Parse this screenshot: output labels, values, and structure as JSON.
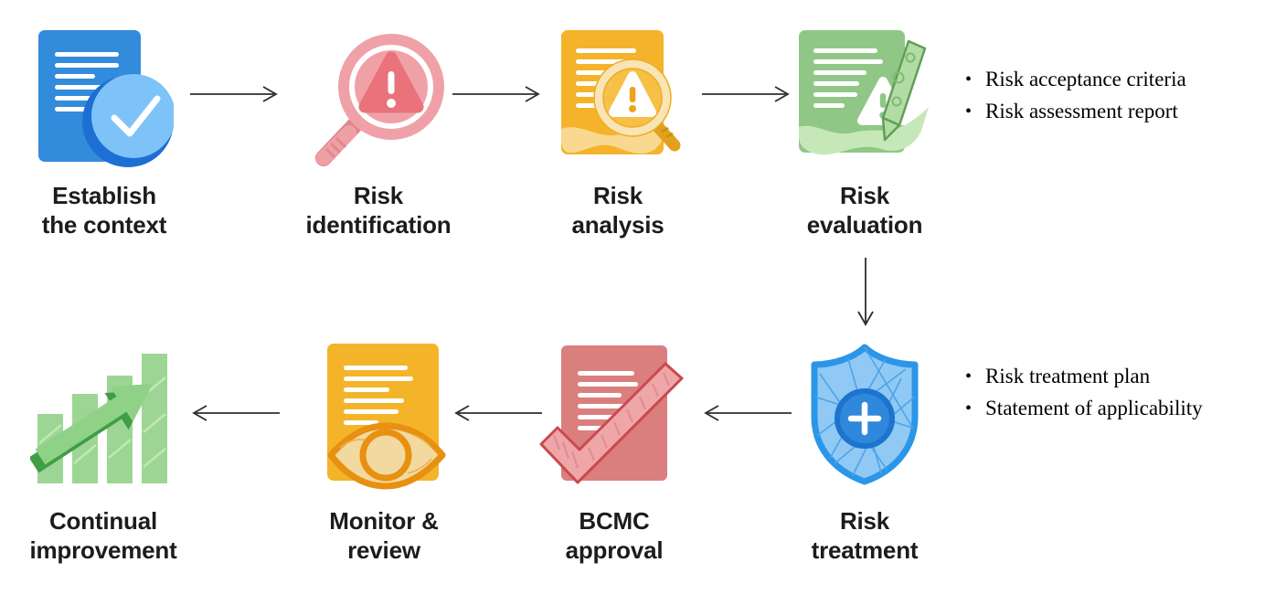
{
  "diagram": {
    "title_hint": "Risk management process flow",
    "steps": [
      {
        "id": "establish-context",
        "label": "Establish\nthe context",
        "icon": "document-check-icon",
        "color": "#338BDC"
      },
      {
        "id": "risk-identification",
        "label": "Risk\nidentification",
        "icon": "magnifier-warning-icon",
        "color": "#F0A1A7"
      },
      {
        "id": "risk-analysis",
        "label": "Risk\nanalysis",
        "icon": "document-magnifier-warning-icon",
        "color": "#F4B32A"
      },
      {
        "id": "risk-evaluation",
        "label": "Risk\nevaluation",
        "icon": "document-pencil-warning-icon",
        "color": "#90C787"
      },
      {
        "id": "risk-treatment",
        "label": "Risk\ntreatment",
        "icon": "shield-plus-icon",
        "color": "#2B96E8"
      },
      {
        "id": "bcmc-approval",
        "label": "BCMC\napproval",
        "icon": "document-checkmark-icon",
        "color": "#DB7E7E"
      },
      {
        "id": "monitor-review",
        "label": "Monitor &\nreview",
        "icon": "document-eye-icon",
        "color": "#F4B42A"
      },
      {
        "id": "continual-improvement",
        "label": "Continual\nimprovement",
        "icon": "growth-arrow-icon",
        "color": "#9DD694"
      }
    ],
    "outputs": [
      {
        "attached_to": "risk-evaluation",
        "items": [
          "Risk acceptance criteria",
          "Risk assessment report"
        ]
      },
      {
        "attached_to": "risk-treatment",
        "items": [
          "Risk treatment plan",
          "Statement of applicability"
        ]
      }
    ],
    "palette": {
      "arrow": "#2E2E2E",
      "label_text": "#1C1C1E",
      "bullet_text": "#000000"
    }
  }
}
